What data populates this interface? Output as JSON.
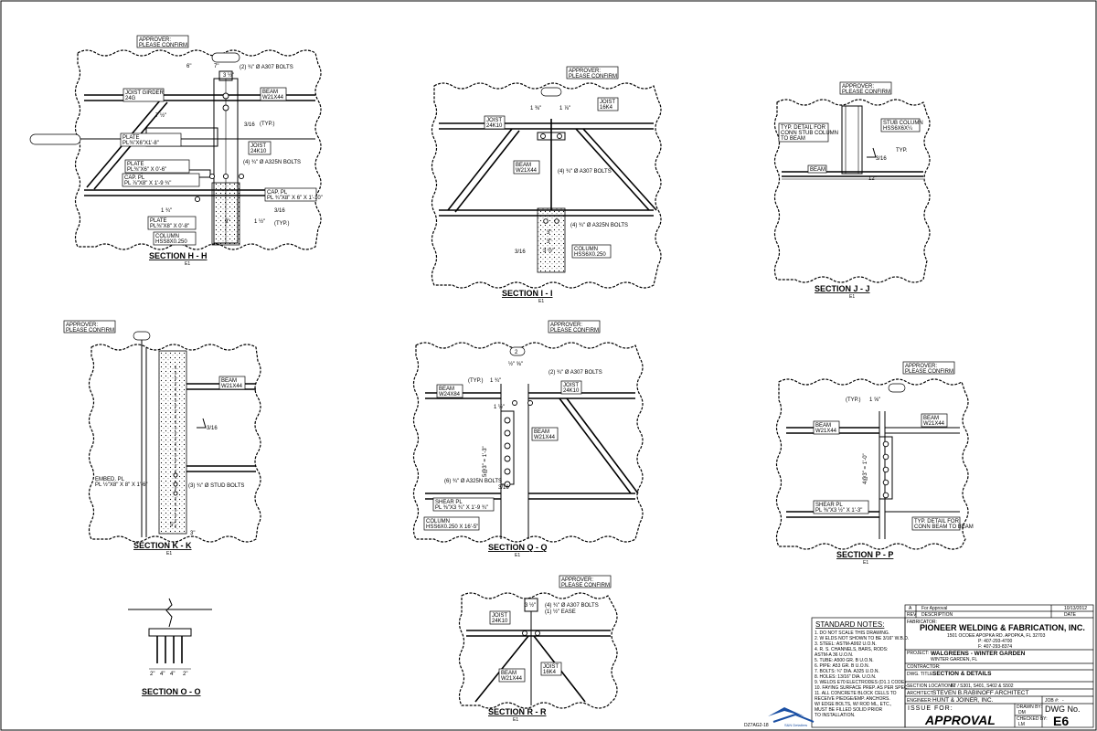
{
  "approver": {
    "line1": "APPROVER:",
    "line2": "PLEASE CONFIRM"
  },
  "sections": {
    "hh": {
      "title": "SECTION H - H",
      "sheet": "E1",
      "labels": {
        "joist_girder": [
          "JOIST GIRDER",
          "24G"
        ],
        "beam": [
          "BEAM",
          "W21X44"
        ],
        "joist": [
          "JOIST",
          "24K10"
        ],
        "plate1": [
          "PLATE",
          "PL⅜\"X6\"X1'-8\""
        ],
        "plate2": [
          "PLATE",
          "PL⅜\"X6\" X 0'-6\""
        ],
        "cap_pl_1": [
          "CAP. PL",
          "PL ⅞\"X8\" X 1'-9 ¾\""
        ],
        "cap_pl_2": [
          "CAP. PL",
          "PL ¾\"X8\" X 6\" X 1'-10\""
        ],
        "plate3": [
          "PLATE",
          "PL⅜\"X8\" X 0'-8\""
        ],
        "column": [
          "COLUMN",
          "HSS8X0.250"
        ]
      },
      "notes": [
        "(2) ¾\" Ø A307 BOLTS",
        "(4) ¾\" Ø A325N BOLTS",
        "(TYP.)",
        "(TYP.)"
      ],
      "dims": [
        "6\"",
        "7\"",
        "3 ½\"",
        "7 ½\"",
        "9\"",
        "1 ½\"",
        "3/16",
        "3/16",
        "1 ¾\""
      ]
    },
    "ii": {
      "title": "SECTION I - I",
      "sheet": "E1",
      "labels": {
        "joist_left": [
          "JOIST",
          "24K10"
        ],
        "joist_right": [
          "JOIST",
          "16K4"
        ],
        "beam": [
          "BEAM",
          "W21X44"
        ],
        "column": [
          "COLUMN",
          "HSS6X0.250"
        ]
      },
      "notes": [
        "(4) ¾\" Ø A307 BOLTS",
        "(4) ¾\" Ø A325N BOLTS"
      ],
      "dims": [
        "1 ⅜\"",
        "1 ⅞\"",
        "3/16",
        "3\"",
        "3\"",
        "3 ½\""
      ]
    },
    "jj": {
      "title": "SECTION J - J",
      "sheet": "E1",
      "labels": {
        "typ_detail": [
          "TYP. DETAIL FOR",
          "CONN STUB COLUMN",
          "TO BEAM"
        ],
        "stub_column": [
          "STUB COLUMN",
          "HSS6X6X¼"
        ],
        "beam": [
          "BEAM"
        ]
      },
      "notes": [
        "TYP."
      ],
      "dims": [
        "3/16",
        "12\""
      ]
    },
    "kk": {
      "title": "SECTION K - K",
      "sheet": "E1",
      "labels": {
        "beam": [
          "BEAM",
          "W21X44"
        ],
        "embed_pl": [
          "EMBED. PL",
          "PL ½\"X8\" X 8\" X 1'-6\""
        ]
      },
      "notes": [
        "(3) ¾\" Ø STUD BOLTS"
      ],
      "dims": [
        "5\"",
        "3/16",
        "3\""
      ]
    },
    "qq": {
      "title": "SECTION Q - Q",
      "sheet": "E1",
      "labels": {
        "beam_left": [
          "BEAM",
          "W24X84"
        ],
        "joist": [
          "JOIST",
          "24K10"
        ],
        "beam_right": [
          "BEAM",
          "W21X44"
        ],
        "shear_pl": [
          "SHEAR PL",
          "PL ⅜\"X3 ¾\" X 1'-9 ¾\""
        ],
        "column": [
          "COLUMN",
          "HSS6X0.250 X 16'-5\""
        ]
      },
      "notes": [
        "(2) ¾\" Ø A307 BOLTS",
        "(6) ¾\" Ø A325N BOLTS",
        "(TYP.)"
      ],
      "dims": [
        "1 ¾\"",
        "2",
        "5@3\" = 1'-3\"",
        "1 ½\"",
        "3/16",
        "½\" ⅝\""
      ]
    },
    "pp": {
      "title": "SECTION P - P",
      "sheet": "E1",
      "labels": {
        "beam_left": [
          "BEAM",
          "W21X44"
        ],
        "beam_right": [
          "BEAM",
          "W21X44"
        ],
        "shear_pl": [
          "SHEAR PL",
          "PL ⅜\"X3 ½\" X 1'-3\""
        ],
        "typ_detail": [
          "TYP. DETAIL FOR",
          "CONN BEAM TO BEAM"
        ]
      },
      "notes": [
        "(TYP.)"
      ],
      "dims": [
        "1 ⅝\"",
        "4@3\" = 1'-0\""
      ]
    },
    "oo": {
      "title": "SECTION O - O",
      "dims": [
        "2\"",
        "4\"",
        "4\"",
        "2\""
      ]
    },
    "rr": {
      "title": "SECTION R - R",
      "sheet": "E1",
      "labels": {
        "joist_left": [
          "JOIST",
          "24K10"
        ],
        "beam": [
          "BEAM",
          "W21X44"
        ],
        "joist_right": [
          "JOIST",
          "16K4"
        ]
      },
      "notes": [
        "(4) ¾\" Ø A307 BOLTS",
        "(1) ½\" EASE"
      ],
      "dims": [
        "3 ½\""
      ]
    }
  },
  "standard_notes": {
    "title": "STANDARD NOTES:",
    "items": [
      "1. DO NOT SCALE THIS DRAWING.",
      "2. W ELDS NOT SHOWN TO BE 3/16\" W.B.D.",
      "3. STEEL: ASTM-A992 U.O.N.",
      "4. R. S. CHANNELS, BARS, RODS:",
      "   ASTM-A 36 U.O.N.",
      "5. TUBE: A500 GR. B U.O.N.",
      "6. PIPE: A53 GR. B U.O.N.",
      "7. BOLTS: ¾\" DIA. A325 U.O.N.",
      "8. HOLES: 13/16\" DIA. U.O.N.",
      "9. WELDS E70 ELECTRODES (D1.1 CODE)",
      "10. FAYING SURFACE PREP. AS PER SPEC.",
      "11. ALL CONCRETE BLOCK CELLS TO",
      "    RECEIVE PIEDGE/EMP. ANCHORS.",
      "    W/ EDGE BOLTS, W/ ROD ML, ETC.,",
      "    MUST BE FILLED SOLID PRIOR",
      "    TO INSTALLATION."
    ]
  },
  "title_block": {
    "revision": {
      "rev": "A",
      "description": "For Approval",
      "date": "10/13/2012"
    },
    "rev_headers": [
      "REV",
      "DESCRIPTION",
      "DATE"
    ],
    "fabricator_label": "FABRICATOR:",
    "fabricator_name": "PIONEER WELDING & FABRICATION, INC.",
    "fabricator_address": "1501 OCOEE APOPKA RD. APOPKA, FL 32703",
    "phone": "P:   407-293-4700",
    "fax": "F:   407-293-8374",
    "project_label": "PROJECT:",
    "project_name": "WALGREENS - WINTER GARDEN",
    "project_location": "WINTER GARDEN, FL",
    "contractor_label": "CONTRACTOR:",
    "contractor_value": "-",
    "dwg_title_label": "DWG. TITLE:",
    "dwg_title": "SECTION & DETAILS",
    "section_label": "SECTION LOCATIONS:",
    "section_value": "FT / S301, S401, S402 & S502",
    "architect_label": "ARCHITECT:",
    "architect_value": "STEVEN B.RABINOFF ARCHITECT",
    "engineer_label": "ENGINEER:",
    "engineer_value": "HUNT & JOINER, INC.",
    "job_label": "JOB #:",
    "job_value": "-",
    "issue_label": "ISSUE FOR:",
    "issue_value": "APPROVAL",
    "drawn_label": "DRAWN BY:",
    "drawn_value": "DM",
    "checked_label": "CHECKED BY:",
    "checked_value": "LM",
    "dwg_no_label": "DWG No.",
    "dwg_no": "E6"
  },
  "footer_code": "DZ7AG2-18",
  "logo_text": "S&N Detailers"
}
